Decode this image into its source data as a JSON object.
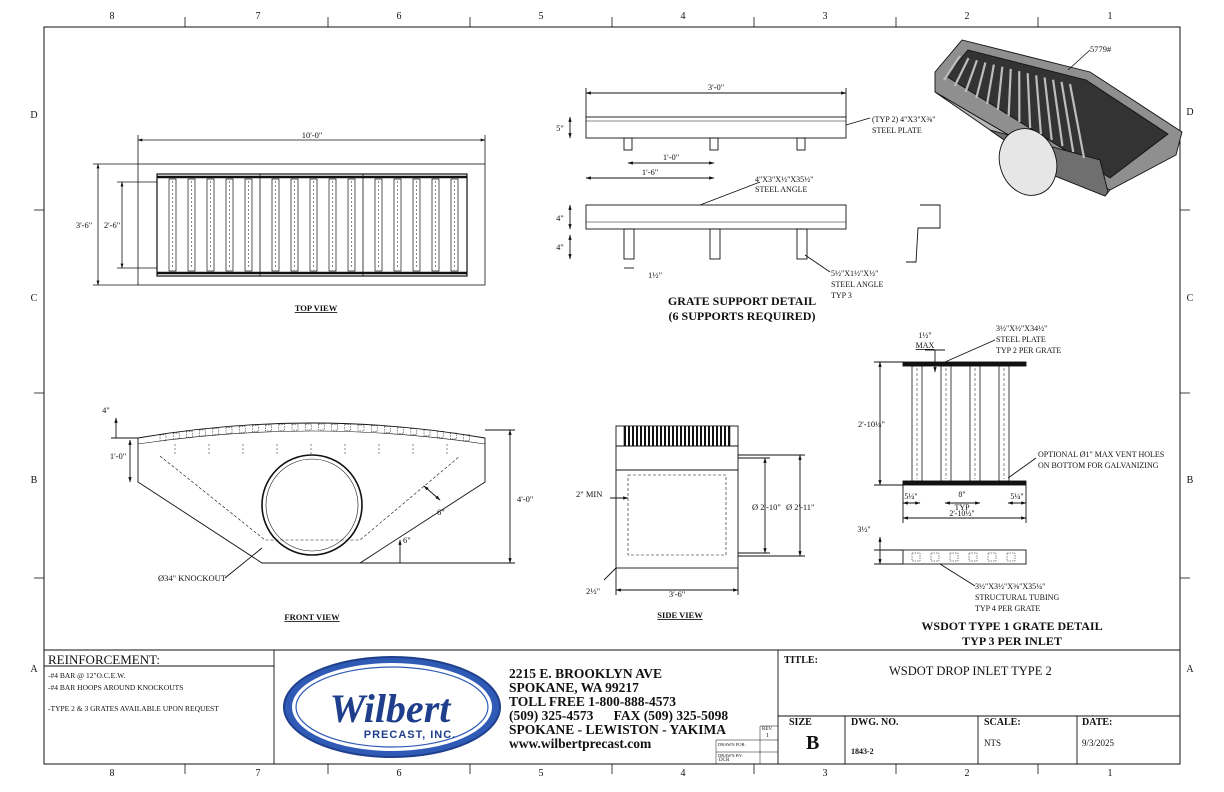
{
  "border": {
    "cols_top": [
      "8",
      "7",
      "6",
      "5",
      "4",
      "3",
      "2",
      "1"
    ],
    "cols_bottom": [
      "8",
      "7",
      "6",
      "5",
      "4",
      "3",
      "2",
      "1"
    ],
    "rows": [
      "D",
      "C",
      "B",
      "A"
    ]
  },
  "top_view": {
    "label": "TOP VIEW",
    "dim_length": "10'-0\"",
    "dim_width_outer": "3'-6\"",
    "dim_width_inner": "2'-6\""
  },
  "front_view": {
    "label": "FRONT VIEW",
    "dim_top": "4\"",
    "dim_grate": "1'-0\"",
    "dim_height": "4'-0\"",
    "dim_wall": "6\"",
    "dim_floor": "6\"",
    "knockout": "Ø34\" KNOCKOUT"
  },
  "side_view": {
    "label": "SIDE VIEW",
    "dim_min": "2\" MIN",
    "dim_inner_dia": "Ø 2'-10\"",
    "dim_outer_dia": "Ø 2'-11\"",
    "dim_width": "3'-6\"",
    "dim_offset": "2½\""
  },
  "grate_support": {
    "title_line1": "GRATE SUPPORT DETAIL",
    "title_line2": "(6 SUPPORTS REQUIRED)",
    "dim_overall": "3'-0\"",
    "dim_height": "5\"",
    "dim_spacing1": "1'-0\"",
    "dim_spacing2": "1'-6\"",
    "note_plate_1": "(TYP 2) 4\"X3\"X⅜\"",
    "note_plate_2": "STEEL PLATE",
    "note_angle_1": "4\"X3\"X½\"X35½\"",
    "note_angle_2": "STEEL ANGLE",
    "dim_angle_h": "4\"",
    "dim_leg": "4\"",
    "dim_foot": "1½\"",
    "note_small_1": "5½\"X1½\"X½\"",
    "note_small_2": "STEEL ANGLE",
    "note_small_3": "TYP 3"
  },
  "iso": {
    "weight": "5779#"
  },
  "grate_detail": {
    "title_line1": "WSDOT TYPE 1 GRATE DETAIL",
    "title_line2": "TYP 3 PER INLET",
    "dim_max_1": "1½\"",
    "dim_max_2": "MAX",
    "note_plate_1": "3½\"X½\"X34½\"",
    "note_plate_2": "STEEL PLATE",
    "note_plate_3": "TYP 2 PER GRATE",
    "dim_height": "2'-10¼\"",
    "note_vent_1": "OPTIONAL Ø1\" MAX VENT HOLES",
    "note_vent_2": "ON BOTTOM FOR GALVANIZING",
    "dim_end_left": "5¼\"",
    "dim_end_right": "5¼\"",
    "dim_typ_1": "8\"",
    "dim_typ_2": "TYP",
    "dim_overall": "2'-10½\"",
    "dim_tube_h": "3½\"",
    "note_tube_1": "3½\"X3½\"X⅜\"X35¼\"",
    "note_tube_2": "STRUCTURAL TUBING",
    "note_tube_3": "TYP 4 PER GRATE"
  },
  "title_block": {
    "reinforcement_title": "REINFORCEMENT:",
    "reinforcement_lines": [
      "-#4 BAR @ 12\"O.C.E.W.",
      "-#4 BAR HOOPS AROUND KNOCKOUTS",
      "",
      "-TYPE 2 & 3 GRATES AVAILABLE UPON REQUEST"
    ],
    "logo_text": "Wilbert",
    "logo_sub": "PRECAST, INC.",
    "address_lines": [
      "2215 E. BROOKLYN AVE",
      "SPOKANE, WA 99217",
      "TOLL FREE 1-800-888-4573",
      "(509) 325-4573      FAX (509) 325-5098",
      "SPOKANE - LEWISTON - YAKIMA",
      "www.wilbertprecast.com"
    ],
    "rev_label": "REV.",
    "rev_value": "1",
    "drawn_for_label": "DRAWN FOR:",
    "drawn_by_label": "DRAWN BY:",
    "drawn_by_value": "DCR",
    "title_label": "TITLE:",
    "title_value": "WSDOT DROP INLET TYPE 2",
    "size_label": "SIZE",
    "size_value": "B",
    "dwg_label": "DWG.  NO.",
    "dwg_value": "1843-2",
    "scale_label": "SCALE:",
    "scale_value": "NTS",
    "date_label": "DATE:",
    "date_value": "9/3/2025"
  },
  "colors": {
    "line": "#111111",
    "logo_blue": "#1f3f8c",
    "logo_ring": "#2f5bb7"
  }
}
